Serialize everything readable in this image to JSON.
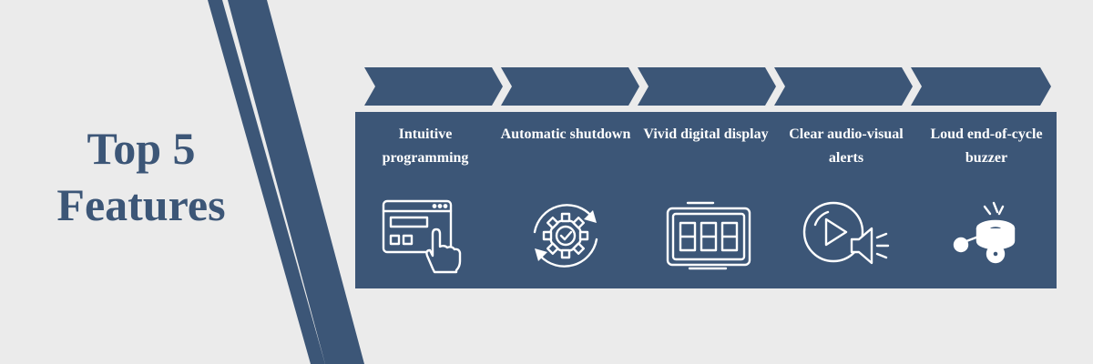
{
  "title": {
    "line1": "Top 5",
    "line2": "Features"
  },
  "colors": {
    "background": "#ebebeb",
    "accent": "#3c5677",
    "text_on_accent": "#ffffff"
  },
  "features": [
    {
      "label": "Intuitive programming",
      "icon": "browser-click-icon"
    },
    {
      "label": "Automatic shutdown",
      "icon": "gear-check-cycle-icon"
    },
    {
      "label": "Vivid digital display",
      "icon": "digital-display-icon"
    },
    {
      "label": "Clear audio-visual alerts",
      "icon": "play-speaker-icon"
    },
    {
      "label": "Loud end-of-cycle buzzer",
      "icon": "bell-buzzer-icon"
    }
  ]
}
